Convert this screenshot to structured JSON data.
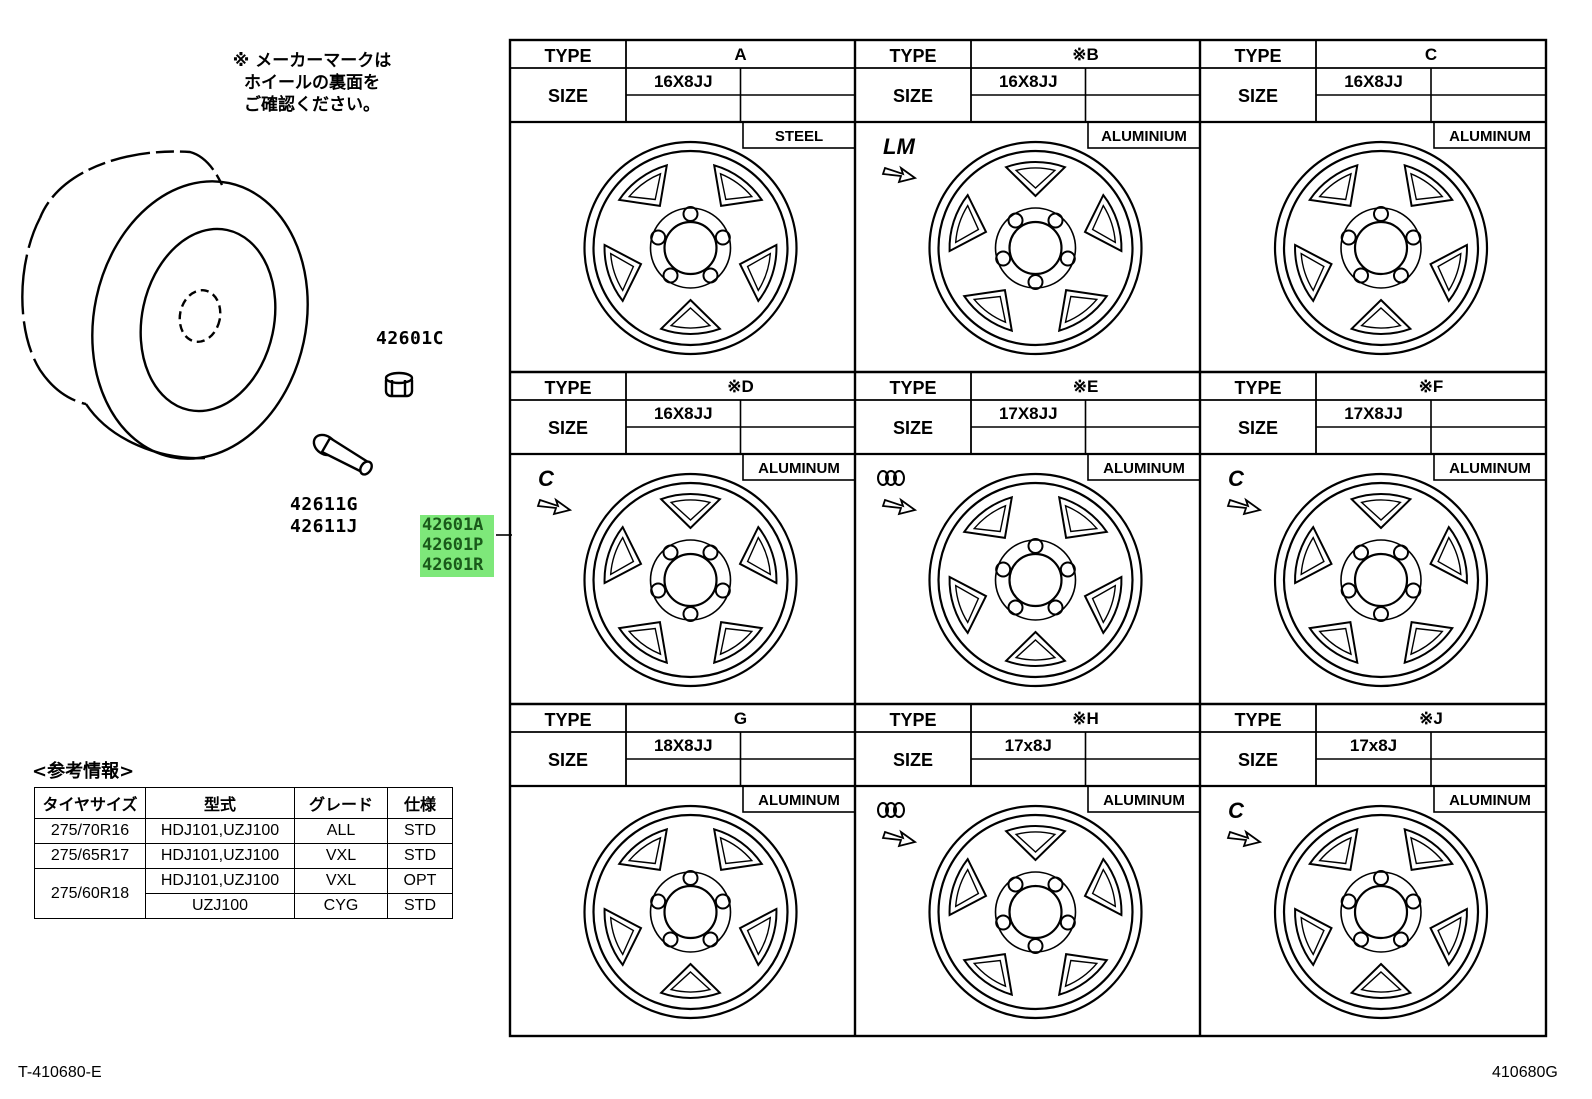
{
  "note": {
    "line1": "※ メーカーマークは",
    "line2": "ホイールの裏面を",
    "line3": "ご確認ください。"
  },
  "parts": {
    "cap": "42601C",
    "valve_1": "42611G",
    "valve_2": "42611J",
    "wheel_1": "42601A",
    "wheel_2": "42601P",
    "wheel_3": "42601R"
  },
  "highlight_color": "#7ee87a",
  "type_label": "TYPE",
  "size_label": "SIZE",
  "wheels": [
    {
      "type": "A",
      "size": "16X8JJ",
      "material": "STEEL",
      "mark": ""
    },
    {
      "type": "※B",
      "size": "16X8JJ",
      "material": "ALUMINIUM",
      "mark": "LM"
    },
    {
      "type": "C",
      "size": "16X8JJ",
      "material": "ALUMINUM",
      "mark": ""
    },
    {
      "type": "※D",
      "size": "16X8JJ",
      "material": "ALUMINUM",
      "mark": "C"
    },
    {
      "type": "※E",
      "size": "17X8JJ",
      "material": "ALUMINUM",
      "mark": "ooo"
    },
    {
      "type": "※F",
      "size": "17X8JJ",
      "material": "ALUMINUM",
      "mark": "C"
    },
    {
      "type": "G",
      "size": "18X8JJ",
      "material": "ALUMINUM",
      "mark": ""
    },
    {
      "type": "※H",
      "size": "17x8J",
      "material": "ALUMINUM",
      "mark": "ooo"
    },
    {
      "type": "※J",
      "size": "17x8J",
      "material": "ALUMINUM",
      "mark": "C"
    }
  ],
  "reference": {
    "title": "<参考情報>",
    "headers": [
      "タイヤサイズ",
      "型式",
      "グレード",
      "仕様"
    ],
    "rows": [
      {
        "tire": "275/70R16",
        "model": "HDJ101,UZJ100",
        "grade": "ALL",
        "spec": "STD"
      },
      {
        "tire": "275/65R17",
        "model": "HDJ101,UZJ100",
        "grade": "VXL",
        "spec": "STD"
      },
      {
        "tire": "275/60R18",
        "model": "HDJ101,UZJ100",
        "grade": "VXL",
        "spec": "OPT"
      },
      {
        "tire": "",
        "model": "UZJ100",
        "grade": "CYG",
        "spec": "STD"
      }
    ]
  },
  "footer": {
    "left": "T-410680-E",
    "right": "410680G"
  }
}
